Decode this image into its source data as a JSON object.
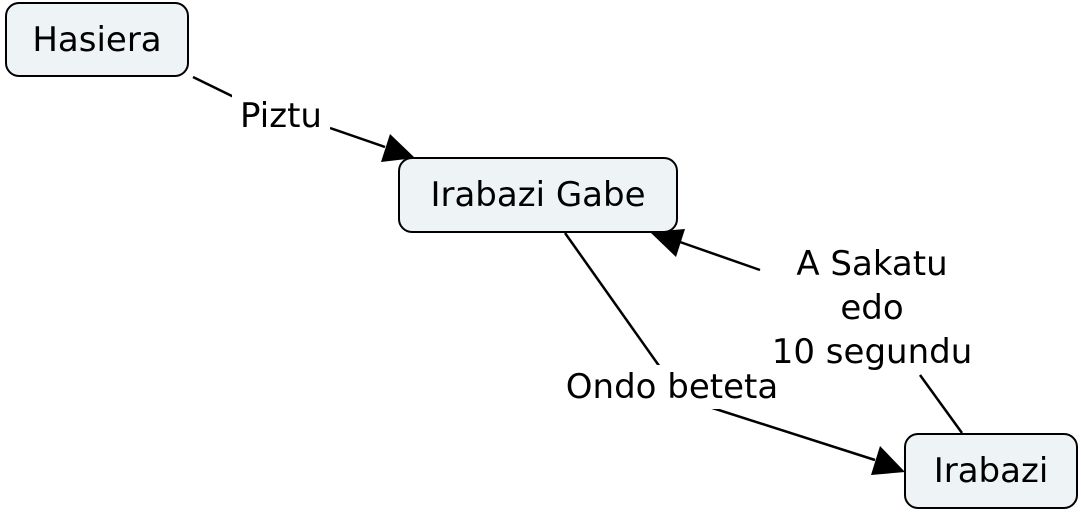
{
  "node_fill": "#eef3f5",
  "line_color": "#000000",
  "nodes": {
    "hasiera": "Hasiera",
    "irabazi_gabe": "Irabazi Gabe",
    "irabazi": "Irabazi"
  },
  "edges": {
    "piztu": "Piztu",
    "ondo_beteta": "Ondo beteta",
    "a_sakatu": [
      "A Sakatu",
      "edo",
      "10 segundu"
    ]
  }
}
